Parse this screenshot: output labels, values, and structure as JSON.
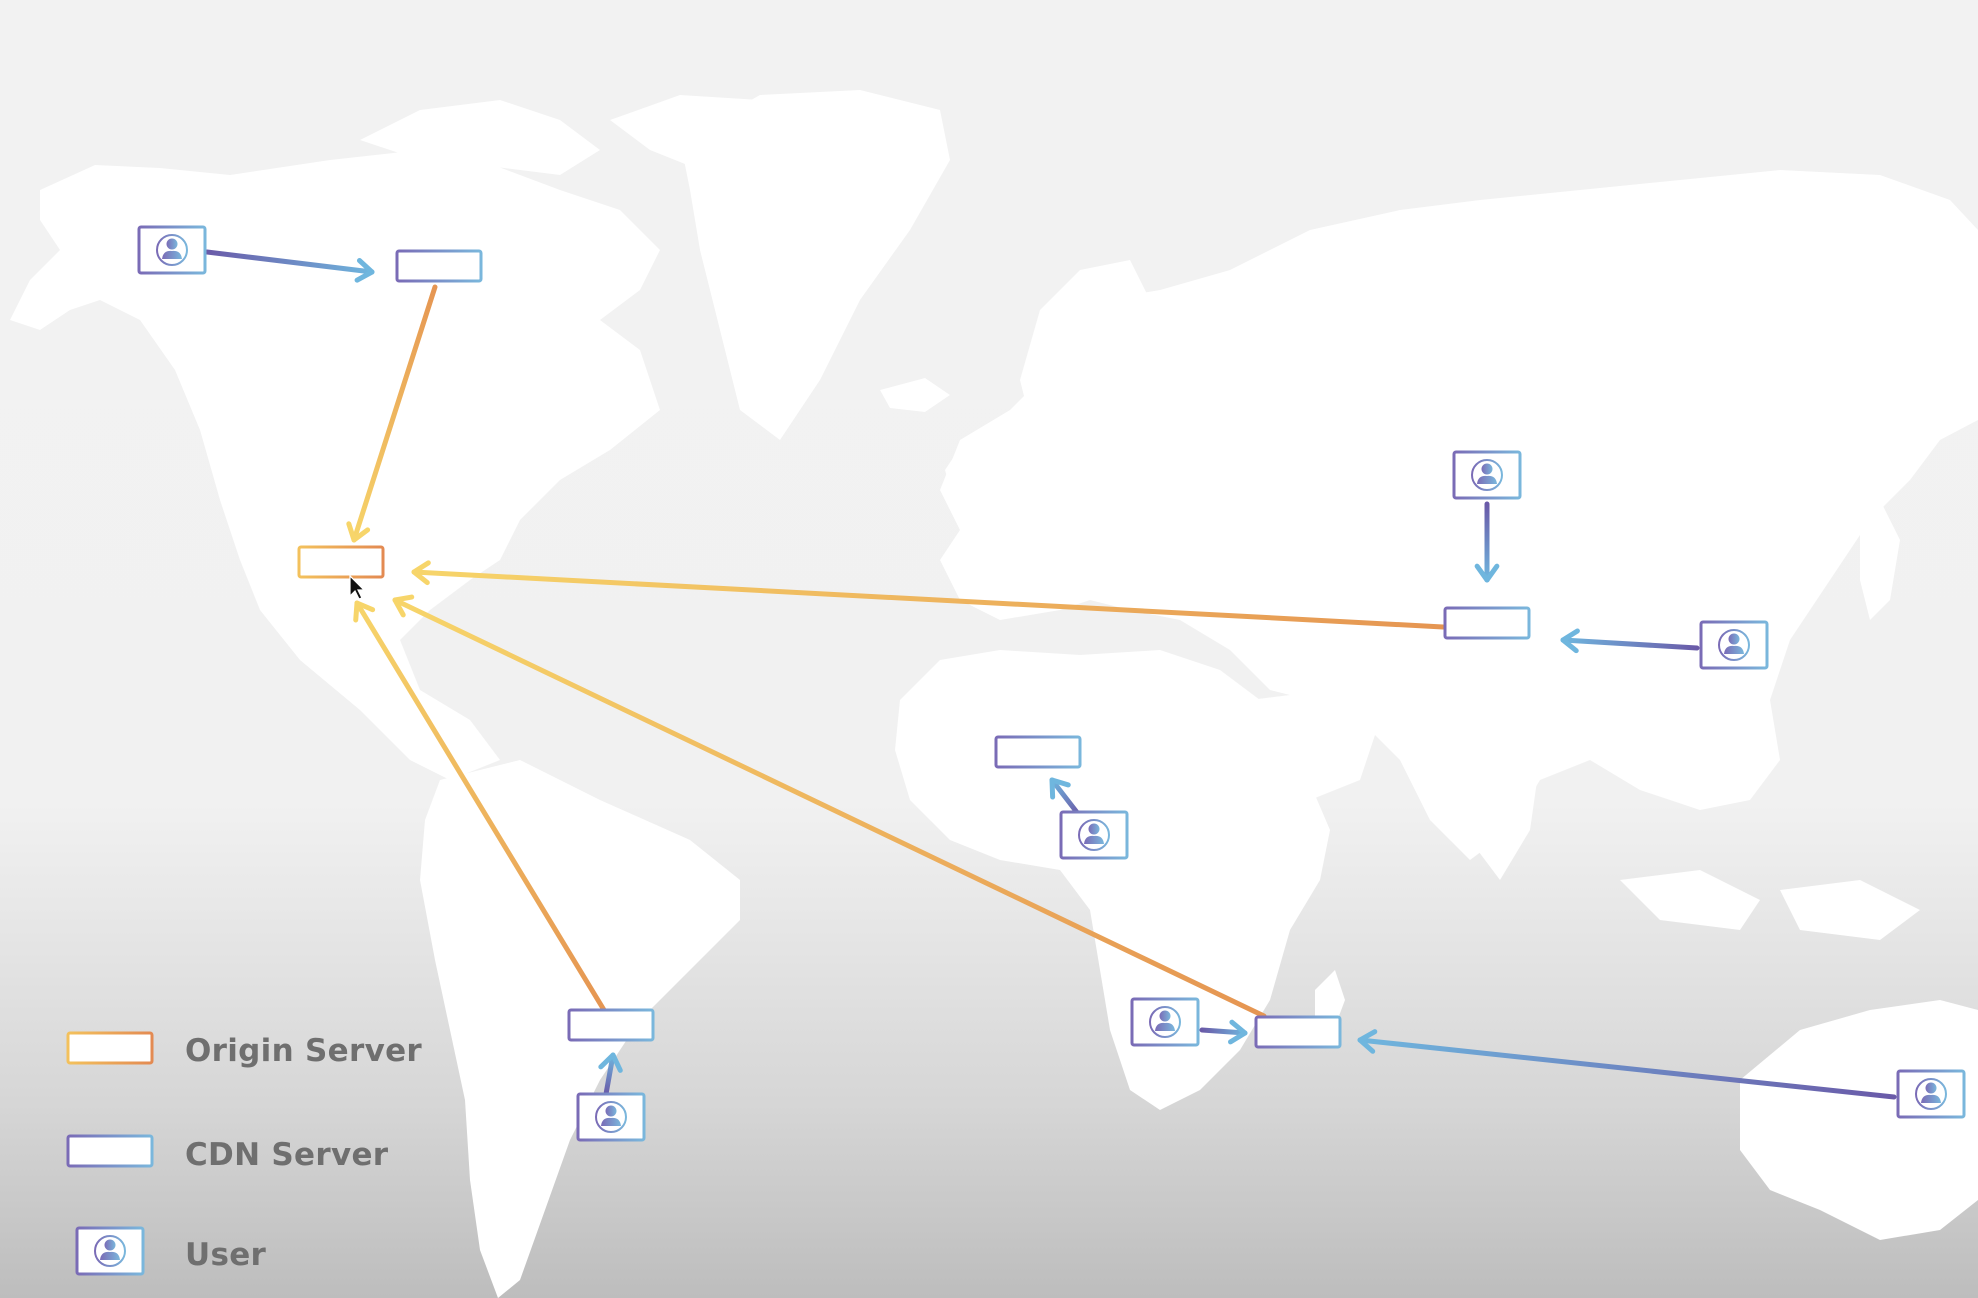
{
  "colors": {
    "origin_a": "#f7d56a",
    "origin_b": "#e59552",
    "cdn_a": "#6a5aa8",
    "cdn_b": "#7cc1e3",
    "user_arrow_a": "#6a5aa8",
    "user_arrow_b": "#6fb6de",
    "land": "#ffffff"
  },
  "legend": {
    "origin": {
      "label": "Origin Server",
      "icon": "origin-server-icon"
    },
    "cdn": {
      "label": "CDN Server",
      "icon": "cdn-server-icon"
    },
    "user": {
      "label": "User",
      "icon": "user-laptop-icon"
    }
  },
  "nodes": [
    {
      "id": "origin-north-america",
      "kind": "origin"
    },
    {
      "id": "cdn-canada",
      "kind": "cdn"
    },
    {
      "id": "cdn-china",
      "kind": "cdn"
    },
    {
      "id": "cdn-africa",
      "kind": "cdn"
    },
    {
      "id": "cdn-south-america",
      "kind": "cdn"
    },
    {
      "id": "cdn-madagascar",
      "kind": "cdn"
    },
    {
      "id": "user-alaska",
      "kind": "user"
    },
    {
      "id": "user-siberia",
      "kind": "user"
    },
    {
      "id": "user-east-asia",
      "kind": "user"
    },
    {
      "id": "user-africa",
      "kind": "user"
    },
    {
      "id": "user-south-america",
      "kind": "user"
    },
    {
      "id": "user-south-africa",
      "kind": "user"
    },
    {
      "id": "user-australia",
      "kind": "user"
    }
  ],
  "edges": [
    {
      "from": "user-alaska",
      "to": "cdn-canada",
      "type": "user"
    },
    {
      "from": "cdn-canada",
      "to": "origin-north-america",
      "type": "origin"
    },
    {
      "from": "user-siberia",
      "to": "cdn-china",
      "type": "user"
    },
    {
      "from": "user-east-asia",
      "to": "cdn-china",
      "type": "user"
    },
    {
      "from": "cdn-china",
      "to": "origin-north-america",
      "type": "origin"
    },
    {
      "from": "user-africa",
      "to": "cdn-africa",
      "type": "user"
    },
    {
      "from": "user-south-america",
      "to": "cdn-south-america",
      "type": "user"
    },
    {
      "from": "cdn-south-america",
      "to": "origin-north-america",
      "type": "origin"
    },
    {
      "from": "user-south-africa",
      "to": "cdn-madagascar",
      "type": "user"
    },
    {
      "from": "user-australia",
      "to": "cdn-madagascar",
      "type": "user"
    },
    {
      "from": "cdn-madagascar",
      "to": "origin-north-america",
      "type": "origin"
    }
  ],
  "cursor": {
    "icon": "mouse-pointer-icon"
  }
}
